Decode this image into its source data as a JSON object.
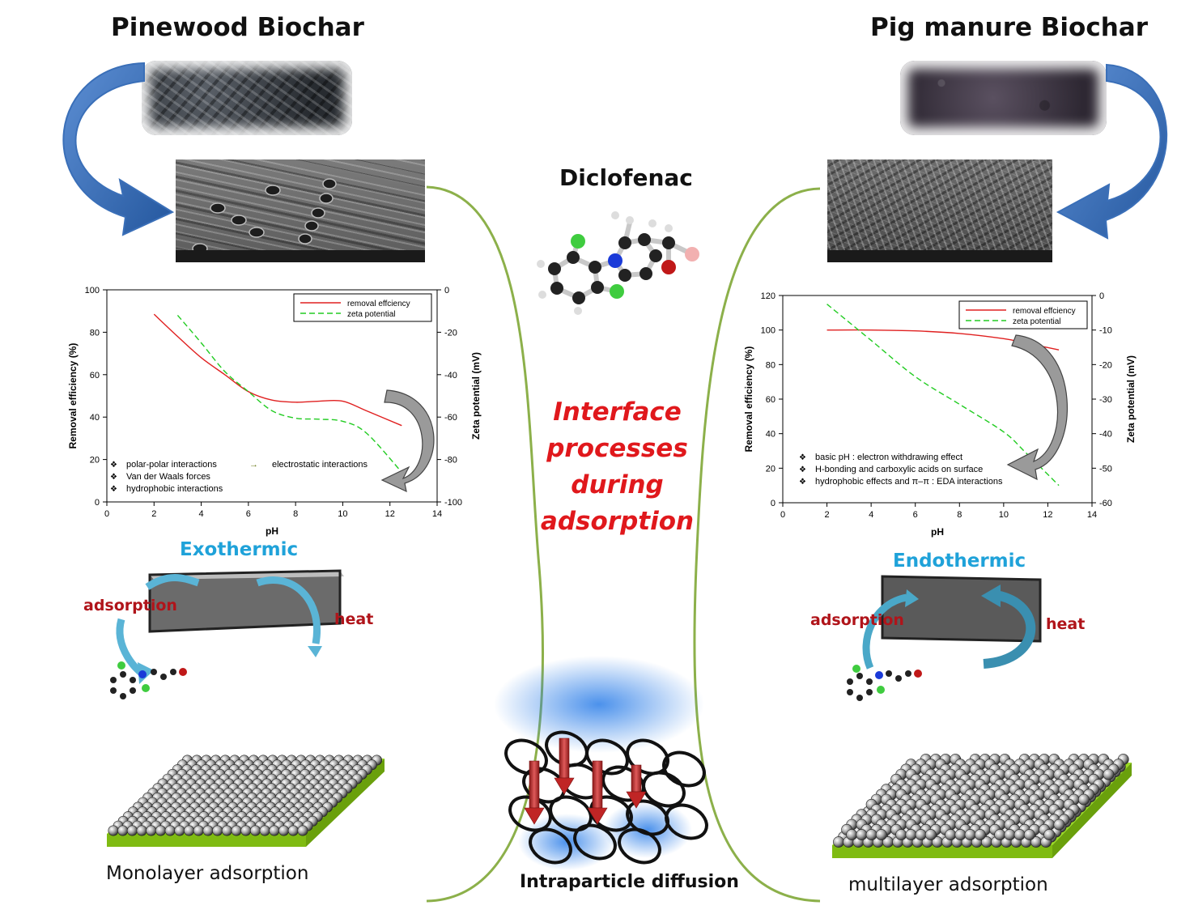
{
  "titles": {
    "left": "Pinewood Biochar",
    "right": "Pig manure Biochar",
    "molecule": "Diclofenac",
    "center_lines": [
      "Interface",
      "processes",
      "during",
      "adsorption"
    ]
  },
  "labels": {
    "exothermic": "Exothermic",
    "endothermic": "Endothermic",
    "adsorption": "adsorption",
    "heat": "heat",
    "monolayer": "Monolayer adsorption",
    "multilayer": "multilayer adsorption",
    "intraparticle": "Intraparticle diffusion"
  },
  "colors": {
    "removal": "#e02020",
    "zeta": "#22cc22",
    "accent_red": "#e0181c",
    "thermo_blue": "#1fa2d9",
    "substrate_green": "#9bdc22",
    "curve_green": "#8cb04a"
  },
  "chart_data": [
    {
      "type": "line",
      "x": [
        2,
        3,
        4,
        5,
        6,
        7,
        8,
        9,
        10,
        11,
        12.5
      ],
      "series": [
        {
          "name": "removal effciency",
          "axis": "left",
          "values": [
            88.5,
            78,
            68,
            60,
            52,
            48,
            47,
            47.5,
            47.5,
            43,
            36
          ]
        },
        {
          "name": "zeta potential",
          "axis": "right",
          "values": [
            null,
            -12,
            -25,
            -38.5,
            -48,
            -57,
            -60.5,
            -61,
            -62,
            -67.5,
            -86
          ]
        }
      ],
      "xlabel": "pH",
      "ylabel_left": "Removal efficiency (%)",
      "ylabel_right": "Zeta potential (mV)",
      "xlim": [
        0,
        14
      ],
      "ylim_left": [
        0,
        100
      ],
      "ylim_right": [
        -100,
        0
      ],
      "xticks": [
        "0",
        "2",
        "4",
        "6",
        "8",
        "10",
        "12",
        "14"
      ],
      "yticks_left": [
        "0",
        "20",
        "40",
        "60",
        "80",
        "100"
      ],
      "yticks_right": [
        "-100",
        "-80",
        "-60",
        "-40",
        "-20",
        "0"
      ],
      "legend": [
        "removal effciency",
        "zeta potential"
      ],
      "legend_position": "top-right",
      "annotations": [
        "polar-polar interactions",
        "Van der Waals forces",
        "hydrophobic interactions",
        "electrostatic interactions"
      ]
    },
    {
      "type": "line",
      "x": [
        2,
        4,
        6,
        8,
        10,
        11,
        12.5
      ],
      "series": [
        {
          "name": "removal effciency",
          "axis": "left",
          "values": [
            100,
            100,
            99.5,
            98,
            95,
            92.5,
            88.5
          ]
        },
        {
          "name": "zeta potential",
          "axis": "right",
          "values": [
            -2.5,
            -13,
            -23.5,
            -31.5,
            -39.5,
            -45.5,
            -55
          ]
        }
      ],
      "xlabel": "pH",
      "ylabel_left": "Removal efficiency (%)",
      "ylabel_right": "Zeta potential (mV)",
      "xlim": [
        0,
        14
      ],
      "ylim_left": [
        0,
        120
      ],
      "ylim_right": [
        -60,
        0
      ],
      "xticks": [
        "0",
        "2",
        "4",
        "6",
        "8",
        "10",
        "12",
        "14"
      ],
      "yticks_left": [
        "0",
        "20",
        "40",
        "60",
        "80",
        "100",
        "120"
      ],
      "yticks_right": [
        "-60",
        "-50",
        "-40",
        "-30",
        "-20",
        "-10",
        "0"
      ],
      "legend": [
        "removal effciency",
        "zeta potential"
      ],
      "legend_position": "top-right",
      "annotations": [
        "basic pH : electron withdrawing effect",
        "H-bonding and carboxylic acids on surface",
        "hydrophobic effects and π–π : EDA interactions"
      ]
    }
  ]
}
